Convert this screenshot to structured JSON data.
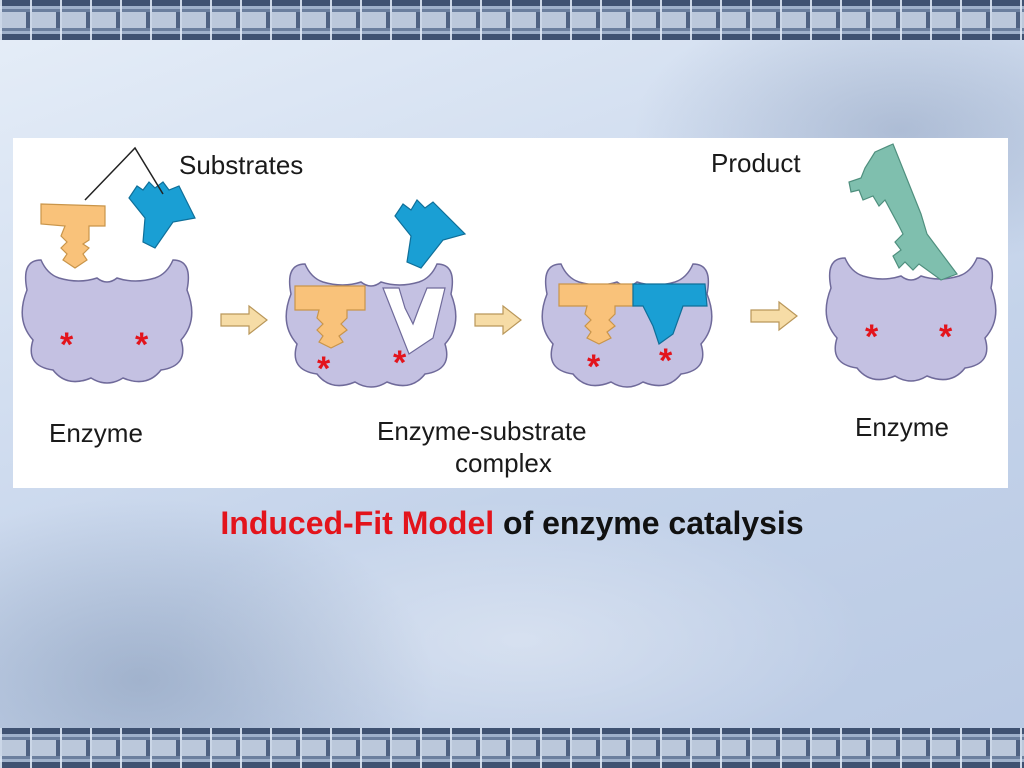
{
  "figure": {
    "labels": {
      "substrates": "Substrates",
      "product": "Product",
      "enzyme_left": "Enzyme",
      "complex_line1": "Enzyme-substrate",
      "complex_line2": "complex",
      "enzyme_right": "Enzyme"
    },
    "active_site_symbol": "*"
  },
  "caption": {
    "highlight": "Induced-Fit Model",
    "rest": " of enzyme catalysis"
  },
  "colors": {
    "enzyme": "#c4c1e2",
    "substrate_orange": "#f9c27a",
    "substrate_blue": "#1a9fd4",
    "product": "#7fbfae",
    "active_site": "#e3141c",
    "arrow": "#f6dca6",
    "caption_highlight": "#e3141c"
  }
}
